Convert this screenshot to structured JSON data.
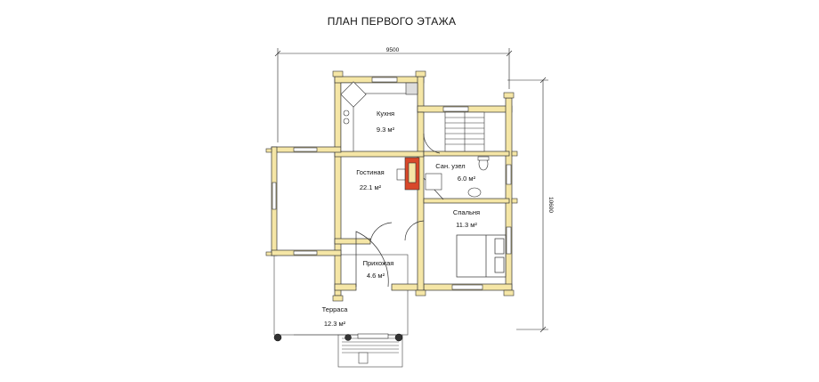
{
  "title": "ПЛАН ПЕРВОГО ЭТАЖА",
  "dimensions": {
    "width": "9500",
    "height": "10600"
  },
  "rooms": [
    {
      "name": "Кухня",
      "area": "9.3 м²"
    },
    {
      "name": "Гостиная",
      "area": "22.1 м²"
    },
    {
      "name": "Сан. узел",
      "area": "6.0 м²"
    },
    {
      "name": "Спальня",
      "area": "11.3 м²"
    },
    {
      "name": "Прихожая",
      "area": "4.6 м²"
    },
    {
      "name": "Терраса",
      "area": "12.3 м²"
    }
  ],
  "colors": {
    "wall": "#f5e6a6",
    "wall_outline": "#333333",
    "stove": "#d8482a",
    "background": "#ffffff"
  }
}
